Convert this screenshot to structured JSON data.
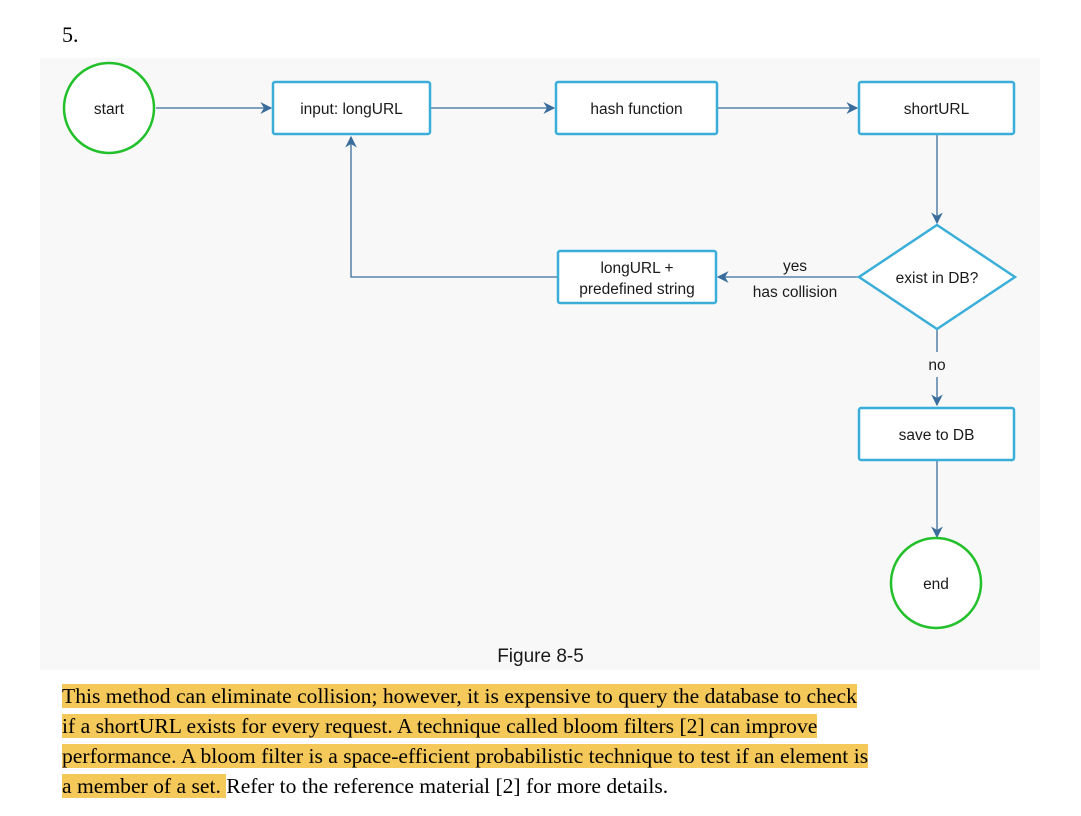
{
  "step_number": "5.",
  "diagram": {
    "nodes": {
      "start": "start",
      "input": "input: longURL",
      "hash": "hash function",
      "short": "shortURL",
      "decision": "exist in DB?",
      "retry_line1": "longURL +",
      "retry_line2": "predefined string",
      "save": "save to DB",
      "end": "end"
    },
    "edge_labels": {
      "yes": "yes",
      "collision": "has collision",
      "no": "no"
    },
    "colors": {
      "terminal_stroke": "#22c02a",
      "box_stroke": "#3aaed8",
      "arrow": "#3a6d9c"
    }
  },
  "caption": "Figure 8-5",
  "paragraph": {
    "highlighted_lines": [
      "This method can eliminate collision; however, it is expensive to query the database to check",
      "if a shortURL exists for every request. A technique called bloom filters [2] can improve",
      "performance. A bloom filter is a space-efficient probabilistic technique to test if an element is",
      "a member of a set. "
    ],
    "trailing": "Refer to the reference material [2] for more details."
  }
}
